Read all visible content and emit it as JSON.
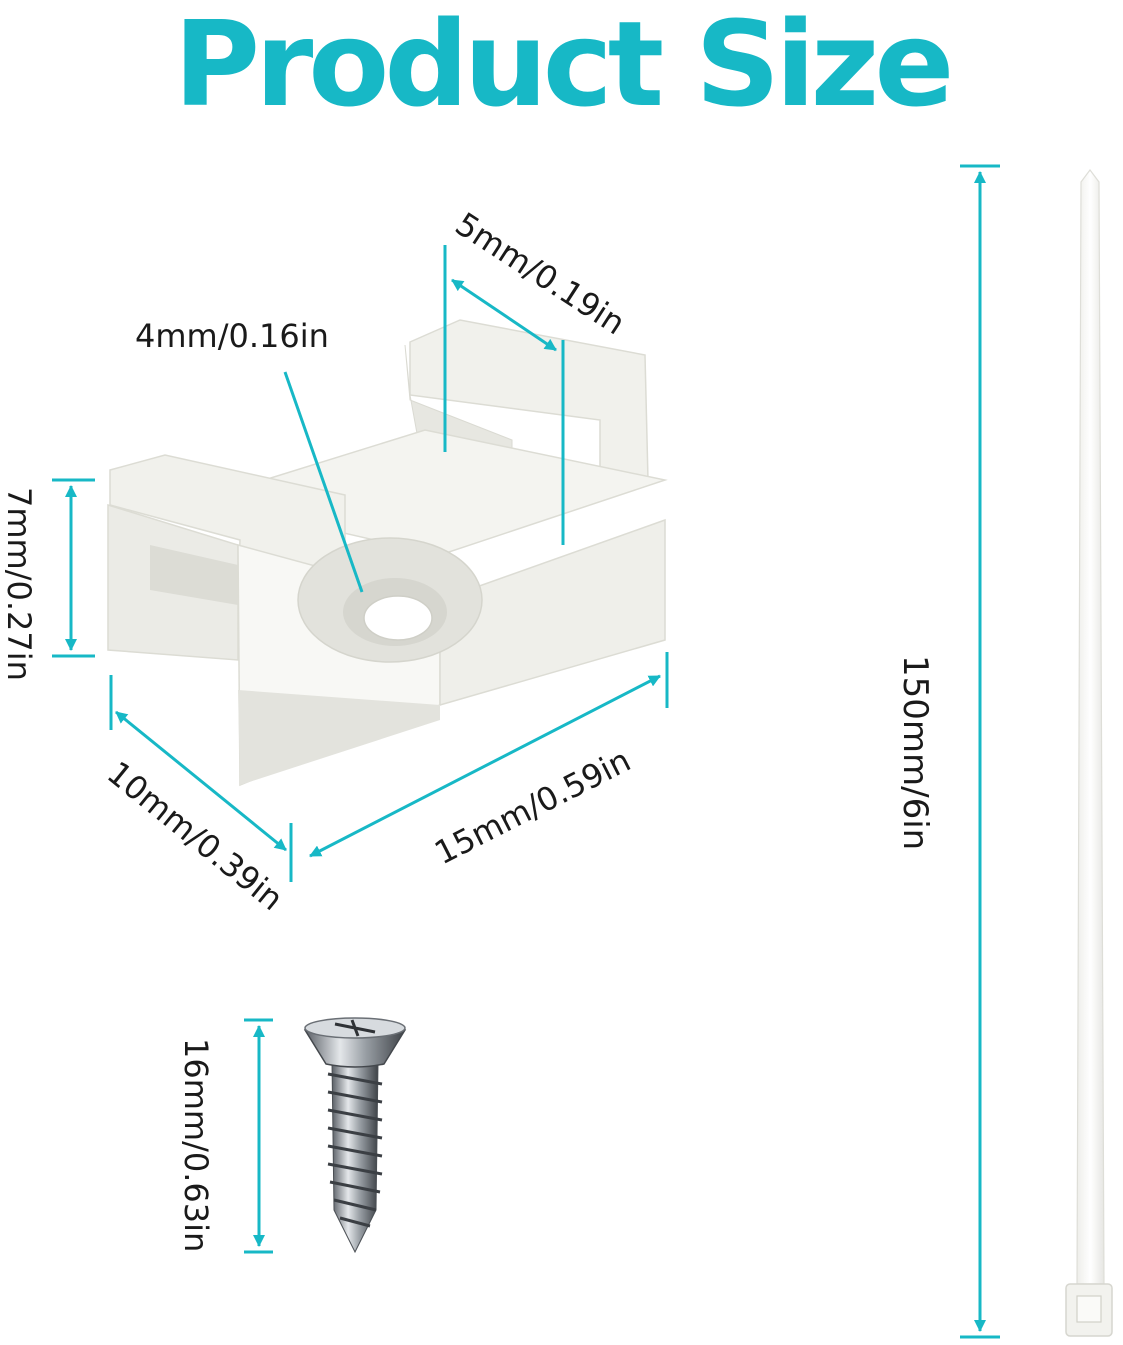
{
  "title": "Product Size",
  "colors": {
    "accent": "#17b8c6",
    "text": "#1a1a1a",
    "part": "#f7f7f4"
  },
  "parts": {
    "cable_tie_mount": {
      "hole_diameter": "4mm/0.16in",
      "slot_width": "5mm/0.19in",
      "height": "7mm/0.27in",
      "width": "10mm/0.39in",
      "length": "15mm/0.59in"
    },
    "screw": {
      "length": "16mm/0.63in"
    },
    "cable_tie": {
      "length": "150mm/6in"
    }
  }
}
